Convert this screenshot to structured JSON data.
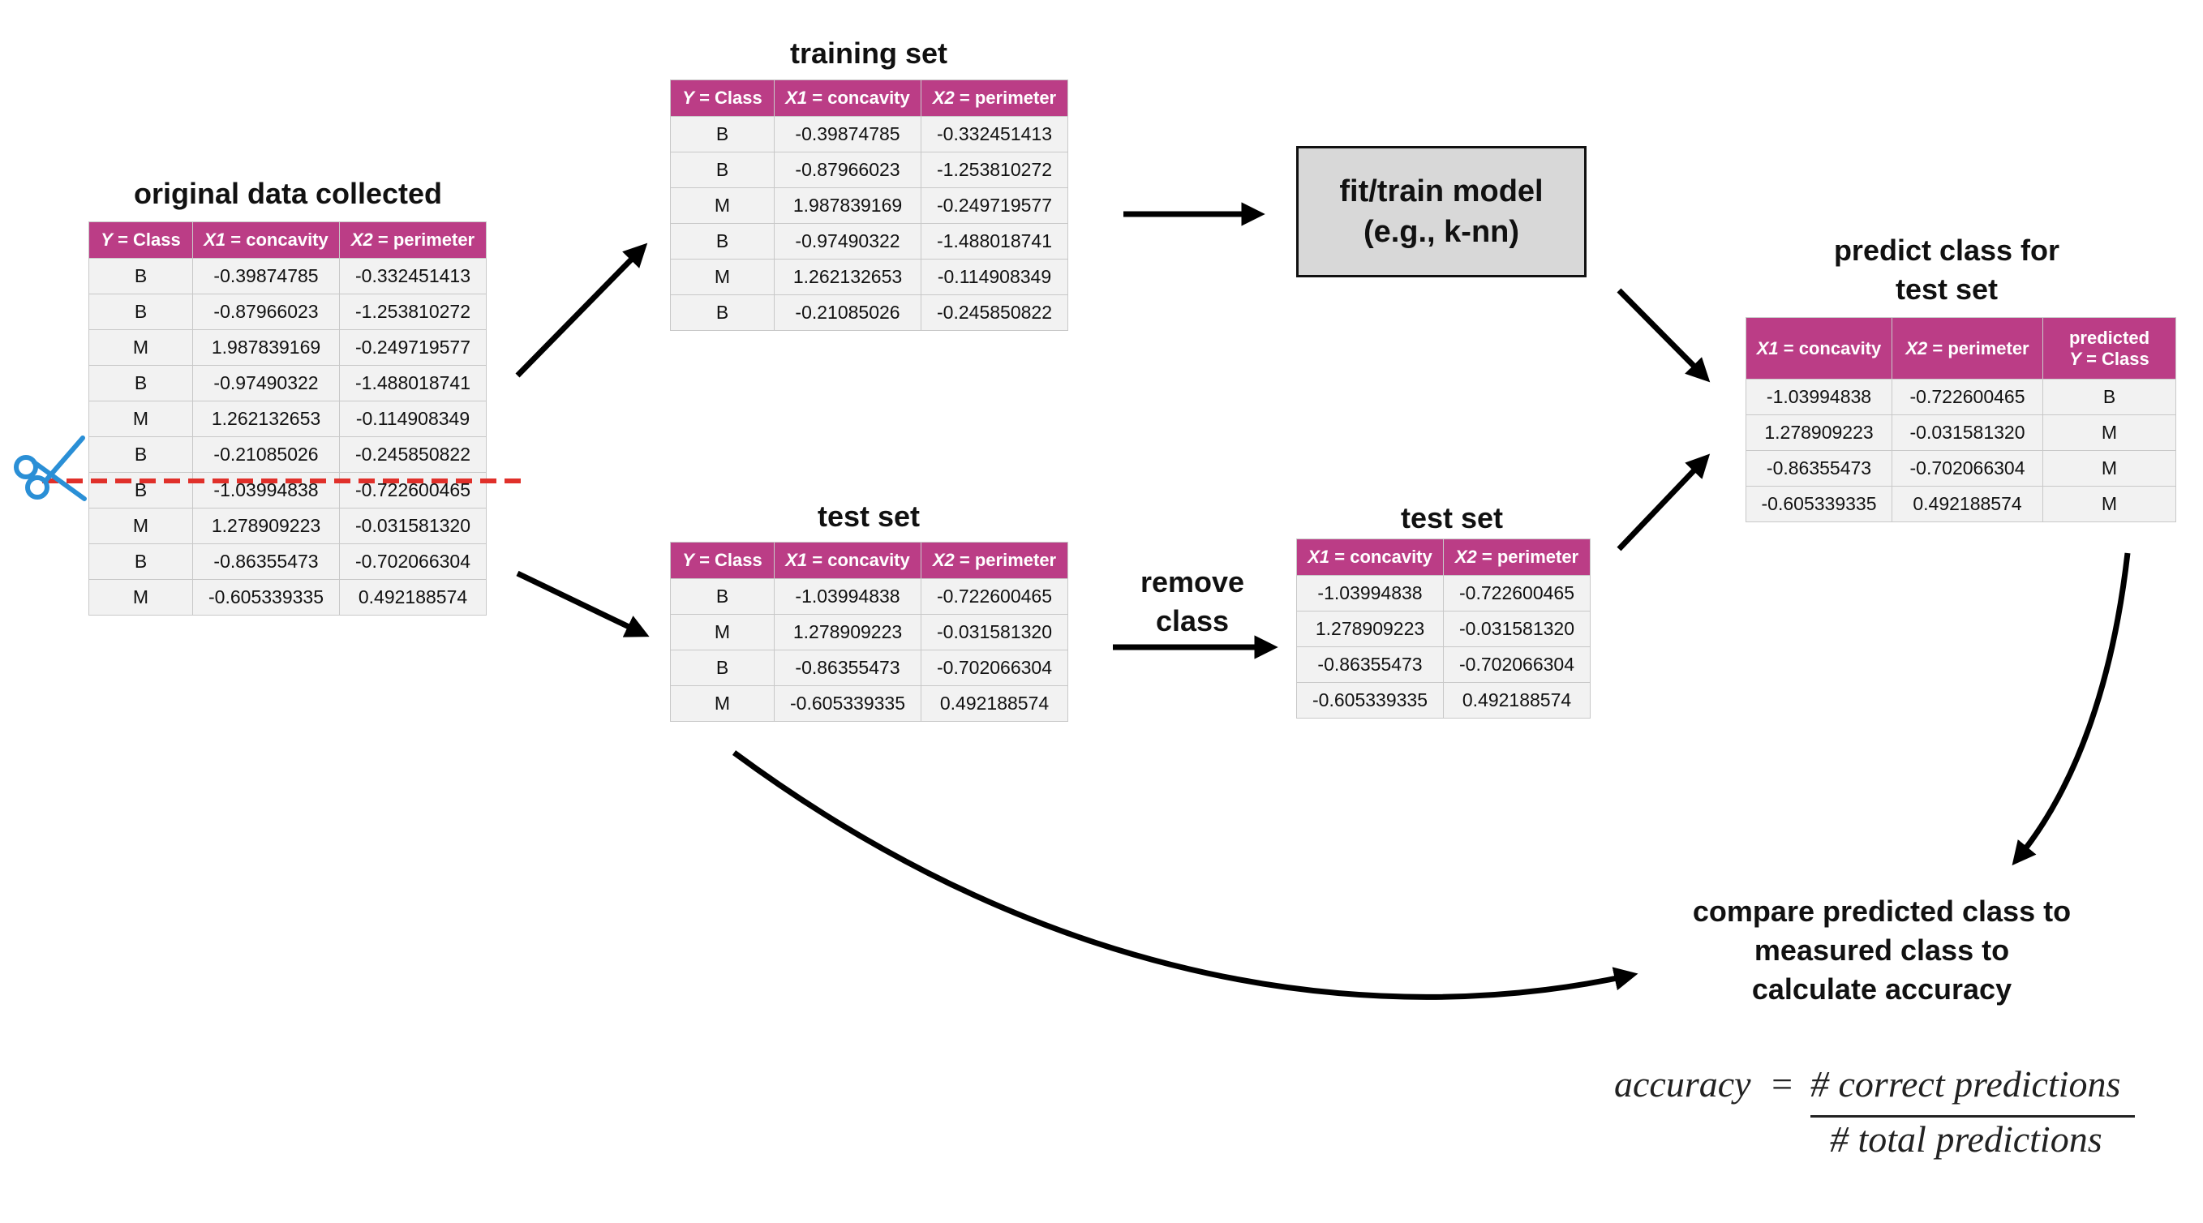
{
  "titles": {
    "original": "original data collected",
    "training": "training set",
    "test_left": "test set",
    "test_right": "test set",
    "remove_class": [
      "remove",
      "class"
    ],
    "predict": [
      "predict class for",
      "test set"
    ],
    "compare": [
      "compare predicted class to",
      "measured class to",
      "calculate accuracy"
    ]
  },
  "model_box": [
    "fit/train model",
    "(e.g., k-nn)"
  ],
  "headers": {
    "y_var": "Y",
    "y_rest": " = Class",
    "x1_var": "X1",
    "x1_rest": " = concavity",
    "x2_var": "X2",
    "x2_rest": " = perimeter",
    "pred_line1": "predicted",
    "pred_var": "Y",
    "pred_rest": " = Class"
  },
  "tables": {
    "original": [
      [
        "B",
        "-0.39874785",
        "-0.332451413"
      ],
      [
        "B",
        "-0.87966023",
        "-1.253810272"
      ],
      [
        "M",
        "1.987839169",
        "-0.249719577"
      ],
      [
        "B",
        "-0.97490322",
        "-1.488018741"
      ],
      [
        "M",
        "1.262132653",
        "-0.114908349"
      ],
      [
        "B",
        "-0.21085026",
        "-0.245850822"
      ],
      [
        "B",
        "-1.03994838",
        "-0.722600465"
      ],
      [
        "M",
        "1.278909223",
        "-0.031581320"
      ],
      [
        "B",
        "-0.86355473",
        "-0.702066304"
      ],
      [
        "M",
        "-0.605339335",
        "0.492188574"
      ]
    ],
    "training": [
      [
        "B",
        "-0.39874785",
        "-0.332451413"
      ],
      [
        "B",
        "-0.87966023",
        "-1.253810272"
      ],
      [
        "M",
        "1.987839169",
        "-0.249719577"
      ],
      [
        "B",
        "-0.97490322",
        "-1.488018741"
      ],
      [
        "M",
        "1.262132653",
        "-0.114908349"
      ],
      [
        "B",
        "-0.21085026",
        "-0.245850822"
      ]
    ],
    "test": [
      [
        "B",
        "-1.03994838",
        "-0.722600465"
      ],
      [
        "M",
        "1.278909223",
        "-0.031581320"
      ],
      [
        "B",
        "-0.86355473",
        "-0.702066304"
      ],
      [
        "M",
        "-0.605339335",
        "0.492188574"
      ]
    ],
    "test_no_class": [
      [
        "-1.03994838",
        "-0.722600465"
      ],
      [
        "1.278909223",
        "-0.031581320"
      ],
      [
        "-0.86355473",
        "-0.702066304"
      ],
      [
        "-0.605339335",
        "0.492188574"
      ]
    ],
    "predicted": [
      [
        "-1.03994838",
        "-0.722600465",
        "B"
      ],
      [
        "1.278909223",
        "-0.031581320",
        "M"
      ],
      [
        "-0.86355473",
        "-0.702066304",
        "M"
      ],
      [
        "-0.605339335",
        "0.492188574",
        "M"
      ]
    ]
  },
  "formula": {
    "lhs": "accuracy",
    "eq": "=",
    "numerator": "# correct predictions",
    "denominator": "# total predictions"
  },
  "colors": {
    "header": "#bb3d86",
    "cell": "#f2f2f2",
    "split_line": "#e0302a",
    "scissors": "#2a8fd6"
  }
}
